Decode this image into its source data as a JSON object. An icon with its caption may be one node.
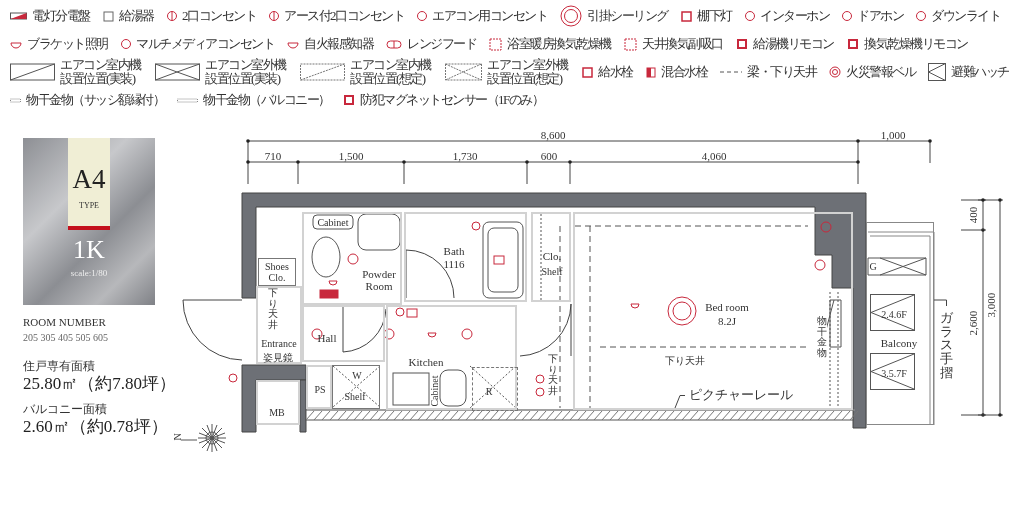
{
  "diagram": {
    "nodes": [
      {
        "text": [
          "A4",
          "TYPE",
          "1K",
          "scale:1/80"
        ]
      },
      {
        "text": [
          "Powder Room"
        ]
      },
      {
        "text": [
          "Bath",
          "1116"
        ]
      },
      {
        "text": [
          "Clo.",
          "Shelf"
        ]
      },
      {
        "text": [
          "Bed room",
          "8.2J"
        ]
      },
      {
        "text": [
          "Shoes Clo."
        ]
      },
      {
        "text": [
          "Entrance"
        ]
      },
      {
        "text": [
          "Hall"
        ]
      },
      {
        "text": [
          "Kitchen"
        ]
      },
      {
        "text": [
          "W",
          "Shelf"
        ]
      },
      {
        "text": [
          "R"
        ],
        "in": 8
      },
      {
        "text": [
          "PS"
        ]
      },
      {
        "text": [
          "MB"
        ]
      },
      {
        "text": [
          "Balcony"
        ]
      },
      {
        "text": [
          "2.4.6F"
        ],
        "in": 13
      },
      {
        "text": [
          "3.5.7F"
        ],
        "in": 13
      },
      {
        "text": [
          "ピクチャーレール"
        ],
        "in": 4
      },
      {
        "text": [
          "ガラス手摺"
        ]
      }
    ],
    "edges": [
      {
        "from": 16,
        "to": 4,
        "arrow": "none"
      },
      {
        "from": 17,
        "to": 13,
        "arrow": "none"
      }
    ],
    "labels": [
      "8,600",
      "1,000",
      "710",
      "1,500",
      "1,730",
      "600",
      "4,060",
      "400",
      "2,600",
      "3,000",
      "Cabinet",
      "下り天井",
      "姿見鏡",
      "Cabinet",
      "下り天井",
      "下り天井",
      "物干金物",
      "G",
      "N",
      "ROOM NUMBER",
      "205 305 405 505 605",
      "住戸専有面積",
      "25.80㎡（約7.80坪）",
      "バルコニー面積",
      "2.60㎡（約0.78坪）"
    ],
    "legend": [
      {
        "text": "電灯分電盤"
      },
      {
        "text": "給湯器"
      },
      {
        "text": "2口コンセント"
      },
      {
        "text": "アース付2口コンセント"
      },
      {
        "text": "エアコン用コンセント"
      },
      {
        "text": "引掛シーリング"
      },
      {
        "text": "棚下灯"
      },
      {
        "text": "インターホン"
      },
      {
        "text": "ドアホン"
      },
      {
        "text": "ダウンライト"
      },
      {
        "text": "ブラケット照明"
      },
      {
        "text": "マルチメディアコンセント"
      },
      {
        "text": "自火報感知器"
      },
      {
        "text": "レンジフード"
      },
      {
        "text": "浴室暖房換気乾燥機"
      },
      {
        "text": "天井換気副吸口"
      },
      {
        "text": "給湯機リモコン"
      },
      {
        "text": "換気乾燥機リモコン"
      },
      {
        "text": "エアコン室内機設置位置(実装)"
      },
      {
        "text": "エアコン室外機設置位置(実装)"
      },
      {
        "text": "エアコン室内機設置位置(想定)"
      },
      {
        "text": "エアコン室外機設置位置(想定)"
      },
      {
        "text": "給水栓"
      },
      {
        "text": "混合水栓"
      },
      {
        "text": "梁・下り天井"
      },
      {
        "text": "火災警報ベル"
      },
      {
        "text": "避難ハッチ"
      },
      {
        "text": "物干金物（サッシ額縁付）"
      },
      {
        "text": "物干金物（バルコニー）"
      },
      {
        "text": "防犯マグネットセンサー（1Fのみ）"
      }
    ]
  }
}
